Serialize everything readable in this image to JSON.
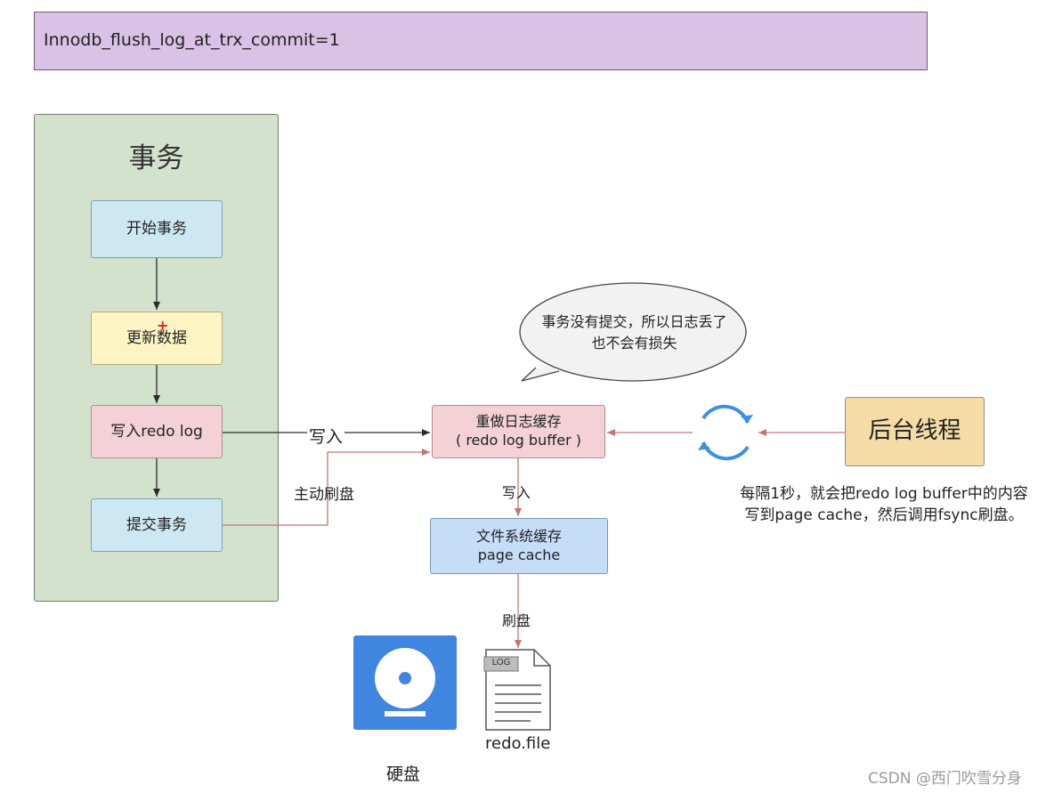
{
  "setting": {
    "label": "Innodb_flush_log_at_trx_commit=1"
  },
  "transaction": {
    "title": "事务",
    "steps": {
      "start": "开始事务",
      "update": "更新数据",
      "write": "写入redo log",
      "commit": "提交事务"
    }
  },
  "buffers": {
    "redo_buffer": {
      "line1": "重做日志缓存",
      "line2": "( redo log buffer )"
    },
    "page_cache": {
      "line1": "文件系统缓存",
      "line2": "page cache"
    }
  },
  "edges": {
    "write_to_buffer": "写入",
    "active_flush": "主动刷盘",
    "buffer_to_cache": "写入",
    "cache_to_disk": "刷盘"
  },
  "speech_bubble": {
    "line1": "事务没有提交，所以日志丢了",
    "line2": "也不会有损失"
  },
  "background_thread": {
    "label": "后台线程",
    "note_line1": "每隔1秒，就会把redo log buffer中的内容",
    "note_line2": "写到page cache，然后调用fsync刷盘。"
  },
  "storage": {
    "disk_label": "硬盘",
    "file_label": "redo.file",
    "file_tag": "LOG"
  },
  "marker": "+",
  "watermark": "CSDN @西门吹雪分身",
  "icons": {
    "disk": "hard-disk-icon",
    "file": "log-file-icon",
    "cycle": "sync-cycle-icon"
  },
  "colors": {
    "setting_bg": "#d9c2e6",
    "panel_bg": "#d3e2cd",
    "blue_box": "#cde8f2",
    "yellow_box": "#fdf4c3",
    "pink_box": "#f3d1d6",
    "cache_box": "#c6ddf8",
    "bg_thread_box": "#f5dca6",
    "flush_arrow": "#c47474",
    "disk_blue": "#3f86e0"
  }
}
